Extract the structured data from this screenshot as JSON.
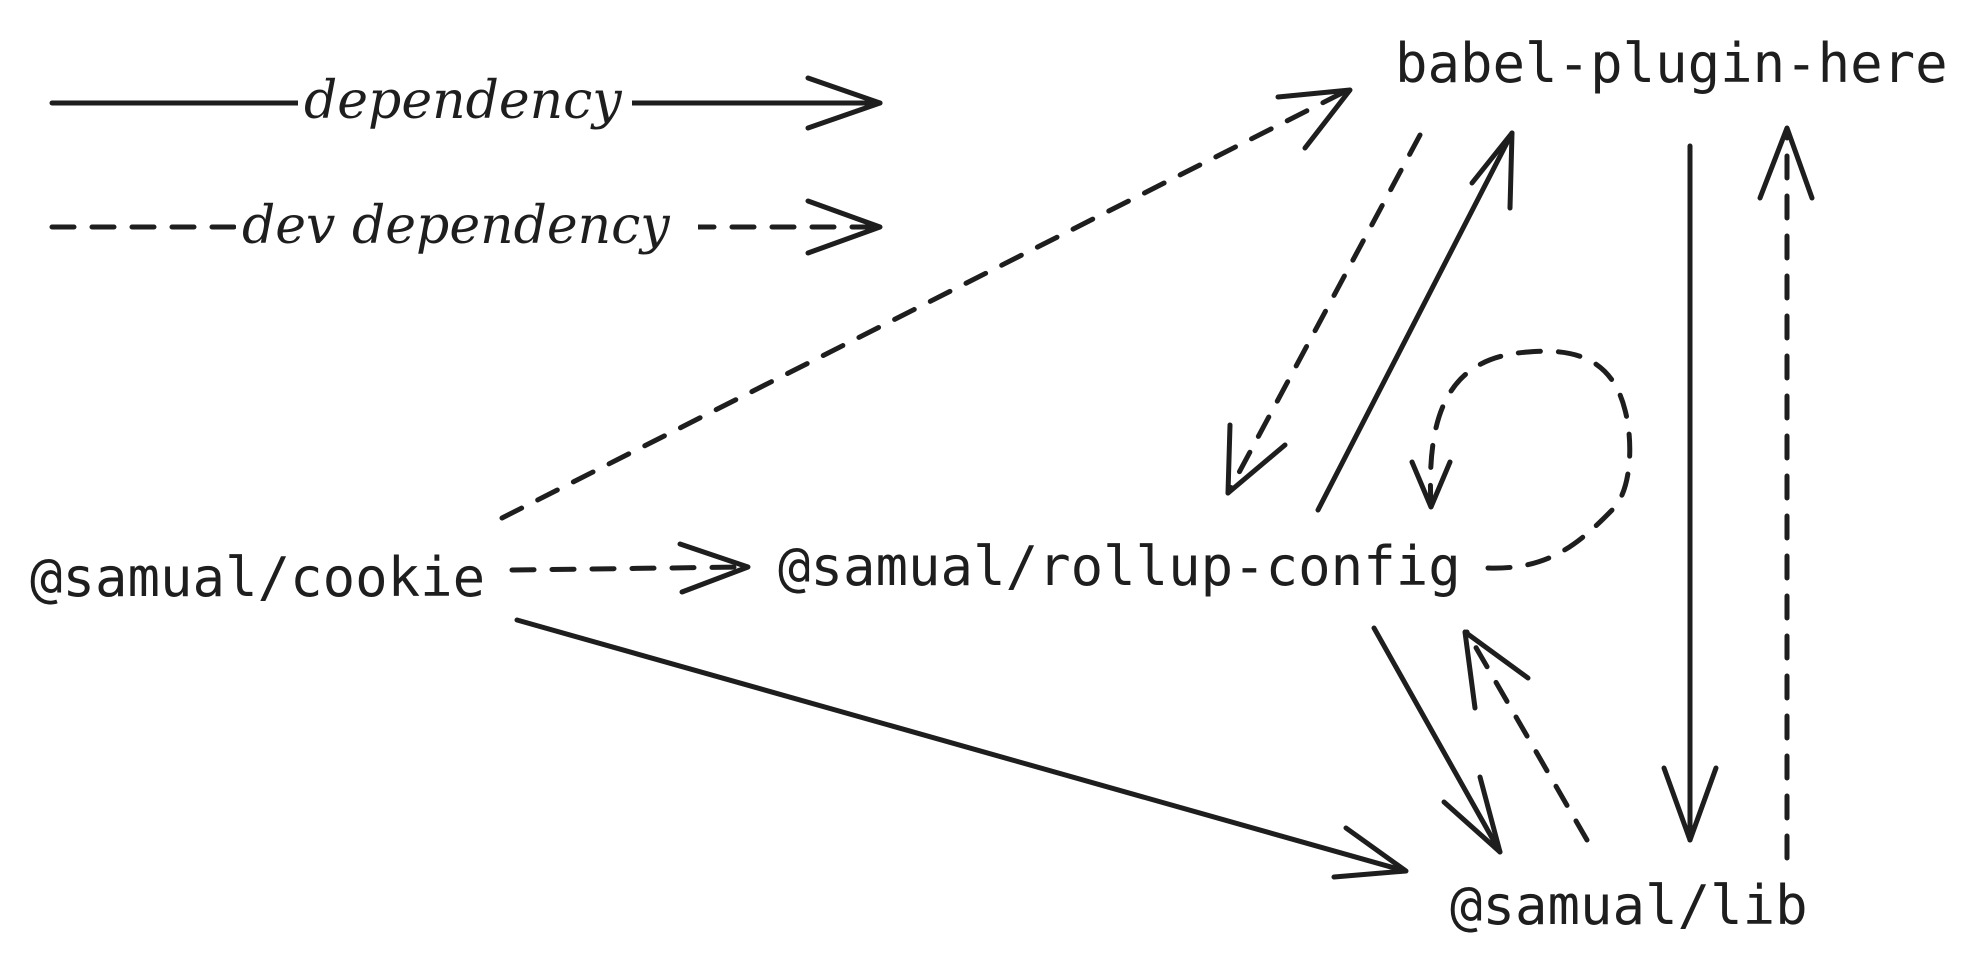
{
  "legend": {
    "solid_label": "dependency",
    "dashed_label": "dev dependency"
  },
  "nodes": {
    "babel": "babel-plugin-here",
    "cookie": "@samual/cookie",
    "rollup": "@samual/rollup-config",
    "lib": "@samual/lib"
  },
  "colors": {
    "stroke": "#1e1e1e",
    "background": "#ffffff"
  }
}
